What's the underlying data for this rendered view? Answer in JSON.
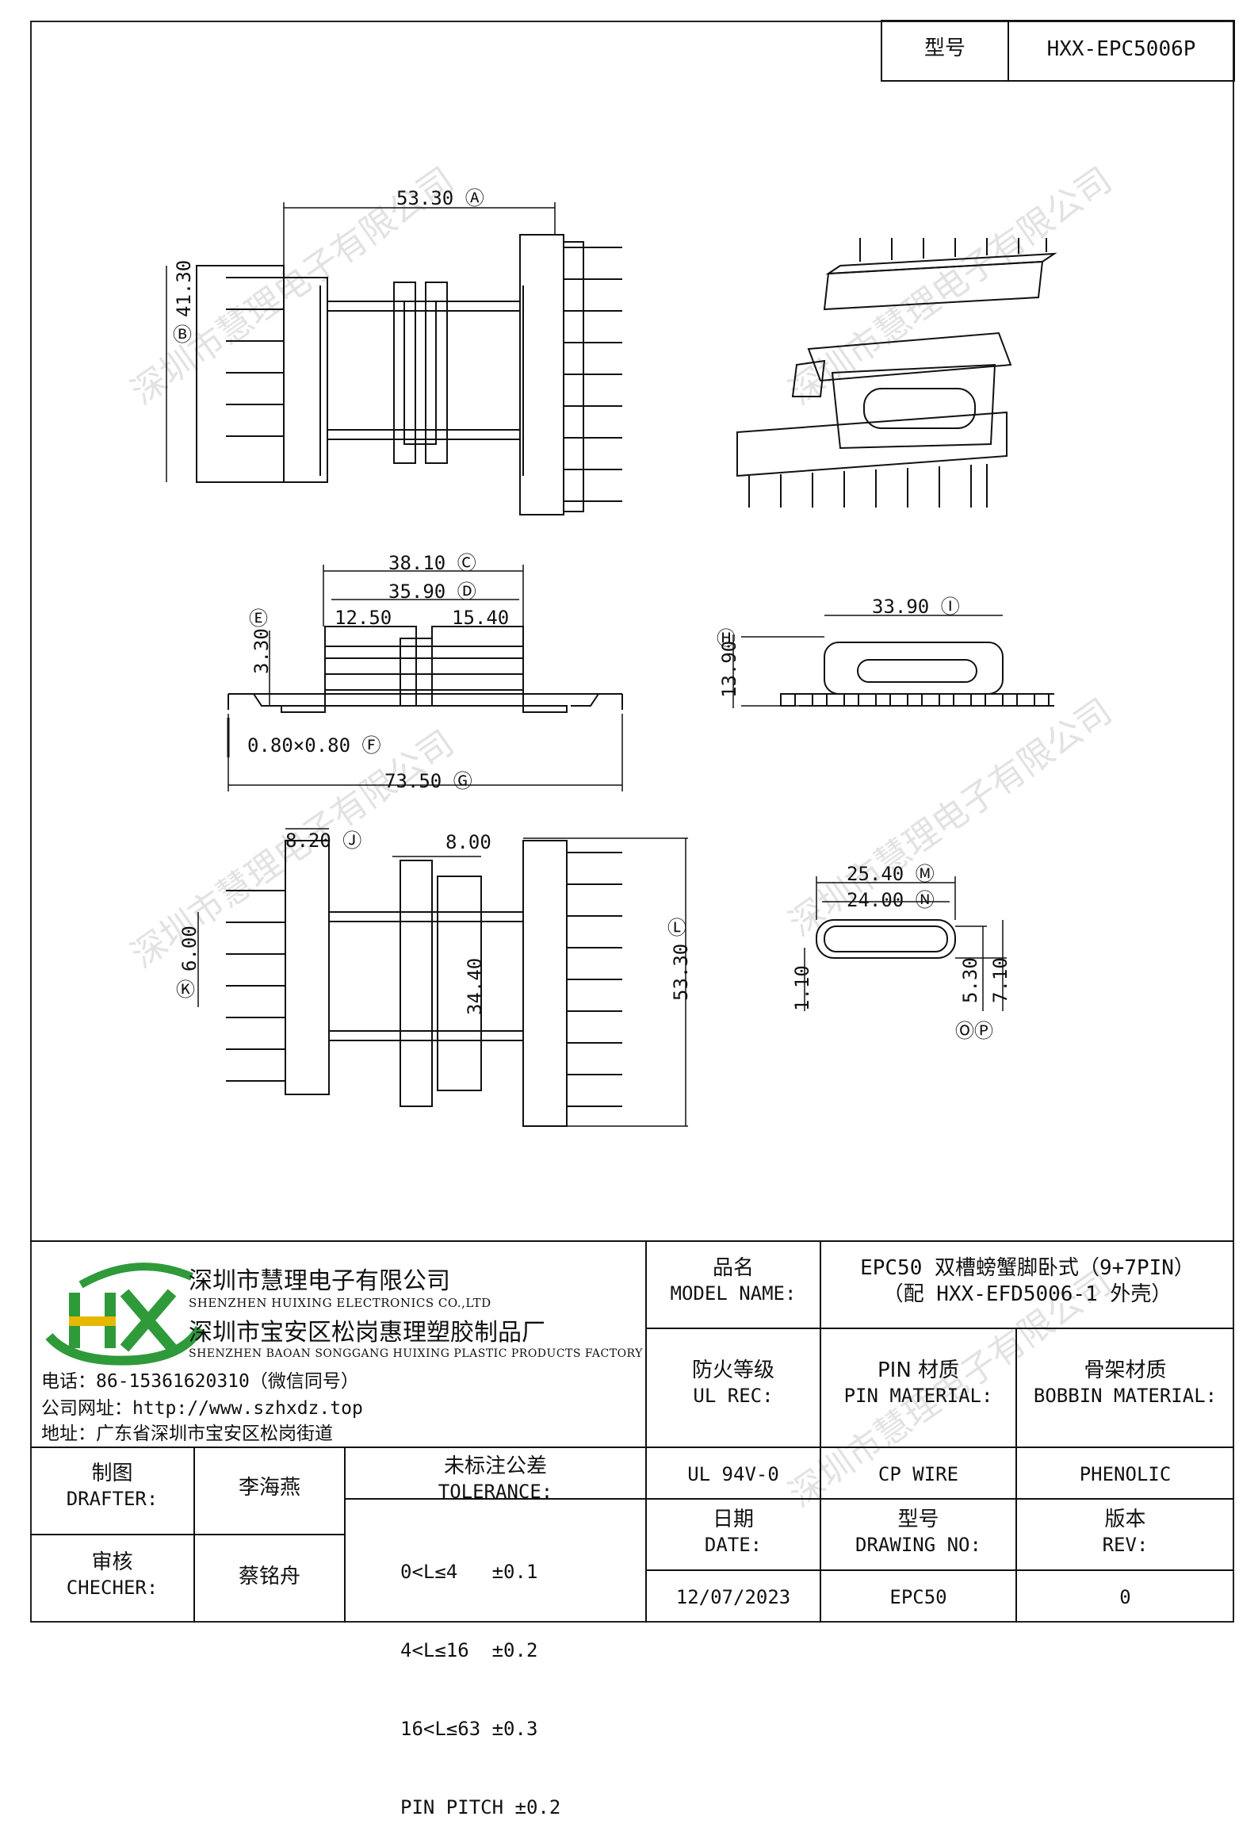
{
  "header": {
    "type_label": "型号",
    "type_value": "HXX-EPC5006P"
  },
  "dimensions": {
    "A": {
      "value": "53.30",
      "tag": "A"
    },
    "B": {
      "value": "41.30",
      "tag": "B"
    },
    "C": {
      "value": "38.10",
      "tag": "C"
    },
    "D": {
      "value": "35.90",
      "tag": "D"
    },
    "slot1": "12.50",
    "slot2": "15.40",
    "E": {
      "value": "3.30",
      "tag": "E"
    },
    "F": {
      "value": "0.80×0.80",
      "tag": "F"
    },
    "G": {
      "value": "73.50",
      "tag": "G"
    },
    "I": {
      "value": "33.90",
      "tag": "I"
    },
    "H": {
      "value": "13.90",
      "tag": "H"
    },
    "J": {
      "value": "8.20",
      "tag": "J"
    },
    "w8": "8.00",
    "K": {
      "value": "6.00",
      "tag": "K"
    },
    "h34": "34.40",
    "L": {
      "value": "53.30",
      "tag": "L"
    },
    "M": {
      "value": "25.40",
      "tag": "M"
    },
    "N": {
      "value": "24.00",
      "tag": "N"
    },
    "t110": "1.10",
    "O": {
      "value": "5.30",
      "tag": "O"
    },
    "P": {
      "value": "7.10",
      "tag": "P"
    }
  },
  "watermark": "深圳市慧理电子有限公司",
  "company": {
    "logo_letters": "HX",
    "name_cn": "深圳市慧理电子有限公司",
    "name_en": "SHENZHEN HUIXING ELECTRONICS CO.,LTD",
    "factory_cn": "深圳市宝安区松岗惠理塑胶制品厂",
    "factory_en": "SHENZHEN BAOAN SONGGANG HUIXING PLASTIC PRODUCTS FACTORY",
    "phone": "电话：86-15361620310（微信同号）",
    "website": "公司网址：http://www.szhxdz.top",
    "address": "地址：广东省深圳市宝安区松岗街道"
  },
  "title_block": {
    "product_name_cn": "品名",
    "product_name_en": "MODEL NAME:",
    "product_value_1": "EPC50 双槽螃蟹脚卧式（9+7PIN）",
    "product_value_2": "（配 HXX-EFD5006-1 外壳）",
    "fire_cn": "防火等级",
    "fire_en": "UL REC:",
    "pin_cn": "PIN 材质",
    "pin_en": "PIN MATERIAL:",
    "bobbin_cn": "骨架材质",
    "bobbin_en": "BOBBIN MATERIAL:",
    "fire_value": "UL 94V-0",
    "pin_value": "CP WIRE",
    "bobbin_value": "PHENOLIC",
    "drafter_cn": "制图",
    "drafter_en": "DRAFTER:",
    "drafter_name": "李海燕",
    "checker_cn": "审核",
    "checker_en": "CHECHER:",
    "checker_name": "蔡铭舟",
    "tolerance_cn": "未标注公差",
    "tolerance_en": "TOLERANCE:",
    "tolerances": [
      "0<L≤4   ±0.1",
      "4<L≤16  ±0.2",
      "16<L≤63 ±0.3",
      "PIN PITCH ±0.2"
    ],
    "date_cn": "日期",
    "date_en": "DATE:",
    "date_value": "12/07/2023",
    "drawing_cn": "型号",
    "drawing_en": "DRAWING NO:",
    "drawing_value": "EPC50",
    "rev_cn": "版本",
    "rev_en": "REV:",
    "rev_value": "0"
  },
  "colors": {
    "line": "#111111",
    "logo_green": "#2e9a3a",
    "logo_yellow": "#e6b800"
  }
}
